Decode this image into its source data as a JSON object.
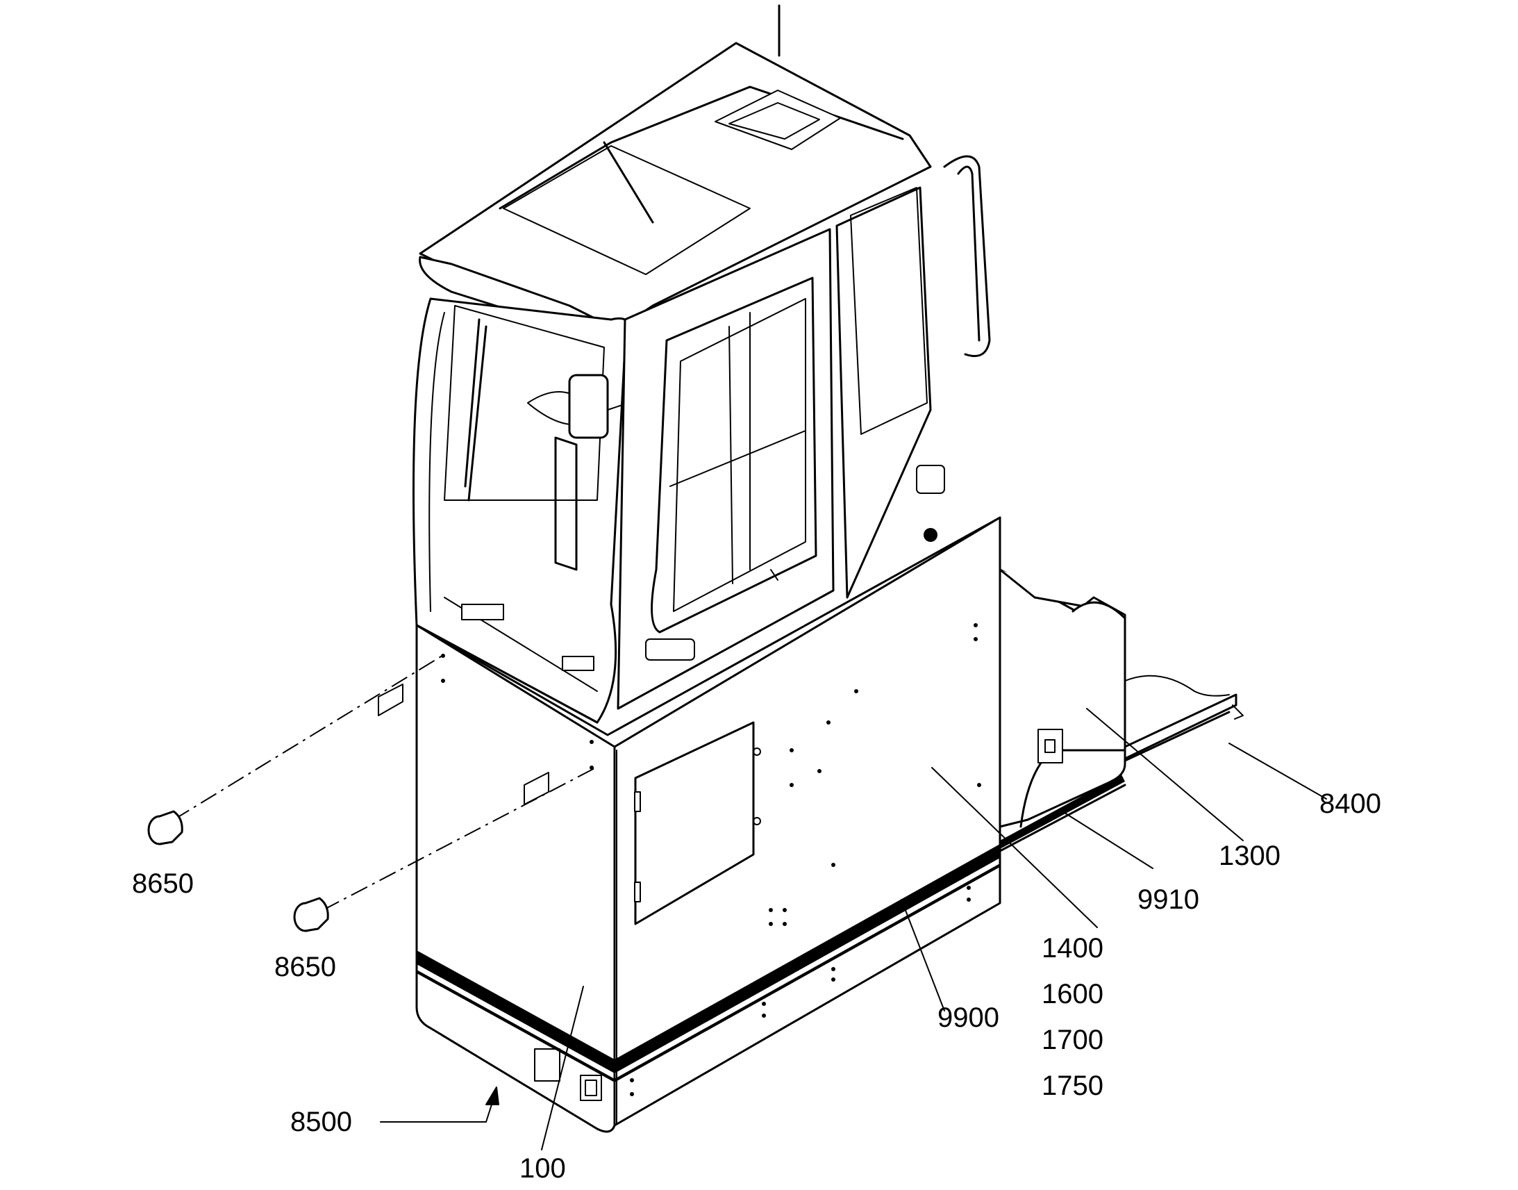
{
  "labels": {
    "l8650a": "8650",
    "l8650b": "8650",
    "l8500": "8500",
    "l100": "100",
    "l9900": "9900",
    "l1400": "1400",
    "l1600": "1600",
    "l1700": "1700",
    "l1750": "1750",
    "l9910": "9910",
    "l1300": "1300",
    "l8400": "8400"
  },
  "colors": {
    "line": "#000000",
    "background": "#ffffff"
  }
}
